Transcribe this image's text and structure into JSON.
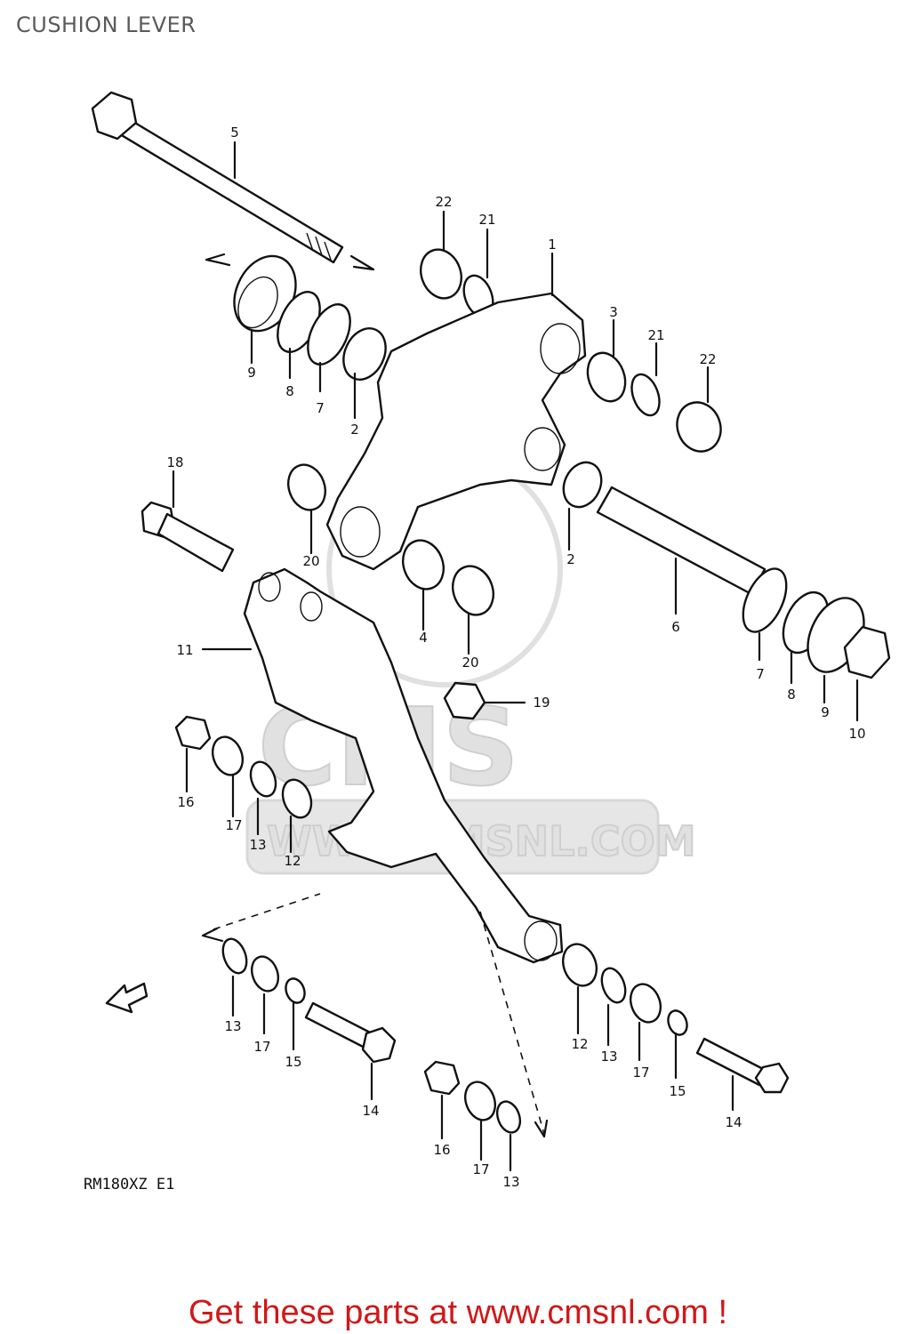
{
  "title": "CUSHION LEVER",
  "model_code": "RM180XZ  E1",
  "footer": "Get these parts at www.cmsnl.com !",
  "watermark": {
    "logo_text": "CMS",
    "url_text": "WWW.CMSNL.COM"
  },
  "callouts": [
    {
      "id": "c5",
      "text": "5"
    },
    {
      "id": "c22a",
      "text": "22"
    },
    {
      "id": "c21a",
      "text": "21"
    },
    {
      "id": "c1",
      "text": "1"
    },
    {
      "id": "c3",
      "text": "3"
    },
    {
      "id": "c21b",
      "text": "21"
    },
    {
      "id": "c22b",
      "text": "22"
    },
    {
      "id": "c9a",
      "text": "9"
    },
    {
      "id": "c8a",
      "text": "8"
    },
    {
      "id": "c7a",
      "text": "7"
    },
    {
      "id": "c2a",
      "text": "2"
    },
    {
      "id": "c18",
      "text": "18"
    },
    {
      "id": "c20a",
      "text": "20"
    },
    {
      "id": "c2b",
      "text": "2"
    },
    {
      "id": "c4",
      "text": "4"
    },
    {
      "id": "c20b",
      "text": "20"
    },
    {
      "id": "c6",
      "text": "6"
    },
    {
      "id": "c11",
      "text": "11"
    },
    {
      "id": "c19",
      "text": "19"
    },
    {
      "id": "c7b",
      "text": "7"
    },
    {
      "id": "c8b",
      "text": "8"
    },
    {
      "id": "c9b",
      "text": "9"
    },
    {
      "id": "c10",
      "text": "10"
    },
    {
      "id": "c16a",
      "text": "16"
    },
    {
      "id": "c17a",
      "text": "17"
    },
    {
      "id": "c13a",
      "text": "13"
    },
    {
      "id": "c12a",
      "text": "12"
    },
    {
      "id": "c13b",
      "text": "13"
    },
    {
      "id": "c17b",
      "text": "17"
    },
    {
      "id": "c15a",
      "text": "15"
    },
    {
      "id": "c14a",
      "text": "14"
    },
    {
      "id": "c16b",
      "text": "16"
    },
    {
      "id": "c17c",
      "text": "17"
    },
    {
      "id": "c13c",
      "text": "13"
    },
    {
      "id": "c12b",
      "text": "12"
    },
    {
      "id": "c13d",
      "text": "13"
    },
    {
      "id": "c17d",
      "text": "17"
    },
    {
      "id": "c15b",
      "text": "15"
    },
    {
      "id": "c14b",
      "text": "14"
    }
  ]
}
